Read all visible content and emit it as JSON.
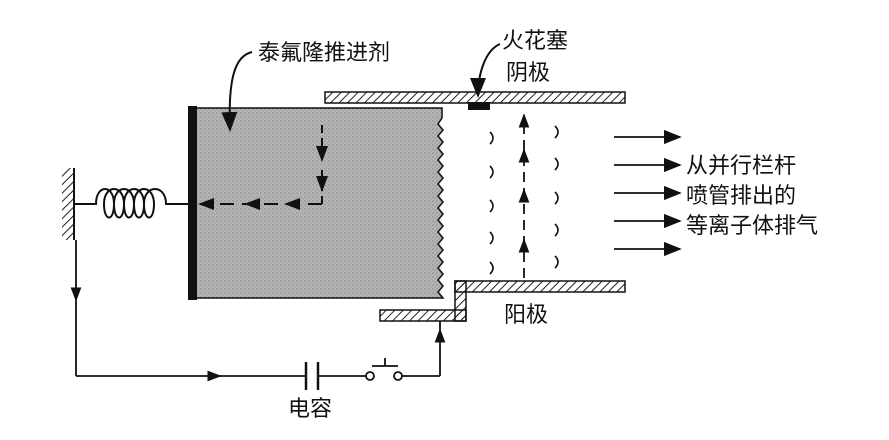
{
  "labels": {
    "propellant": "泰氟隆推进剂",
    "spark_plug": "火花塞",
    "cathode": "阴极",
    "anode": "阳极",
    "exhaust_line1": "从并行栏杆",
    "exhaust_line2": "喷管排出的",
    "exhaust_line3": "等离子体排气",
    "capacitor": "电容"
  },
  "colors": {
    "propellant_fill": "#a8a8a8",
    "line": "#111111",
    "hatch": "#222222",
    "spark_plug": "#111111"
  }
}
